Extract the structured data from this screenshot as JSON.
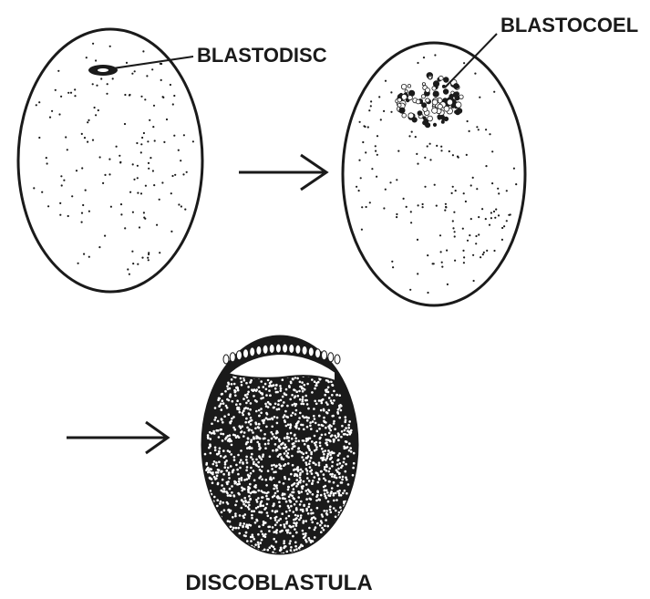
{
  "labels": {
    "blastodisc": "BLASTODISC",
    "blastocoel": "BLASTOCOEL",
    "discoblastula": "DISCOBLASTULA"
  },
  "colors": {
    "ink": "#1a1a1a",
    "background": "#ffffff"
  },
  "stages": [
    {
      "name": "egg-with-blastodisc"
    },
    {
      "name": "egg-with-cleavage-cells"
    },
    {
      "name": "discoblastula"
    }
  ]
}
